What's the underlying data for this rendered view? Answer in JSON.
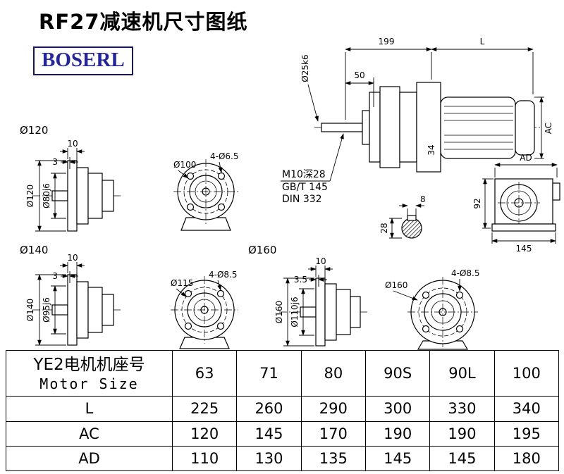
{
  "page": {
    "title": "RF27减速机尺寸图纸",
    "logo": "BOSERL"
  },
  "main_view": {
    "dim_199": "199",
    "dim_L": "L",
    "dim_50": "50",
    "dim_shaft": "Ø25k6",
    "dim_AC": "AC",
    "dim_34": "34",
    "note_thread": "M10深28",
    "note_gb": "GB/T 145",
    "note_din": "DIN 332"
  },
  "side_view": {
    "dim_AD": "AD",
    "dim_92": "92",
    "dim_145": "145"
  },
  "key_section": {
    "dim_8": "8",
    "dim_28": "28"
  },
  "flange_120": {
    "label": "Ø120",
    "dim_10": "10",
    "dim_3": "3",
    "dim_outer": "Ø120",
    "dim_spigot": "Ø80j6",
    "dim_pilot": "Ø100",
    "dim_holes": "4-Ø6.5"
  },
  "flange_140": {
    "label": "Ø140",
    "dim_10": "10",
    "dim_3": "3",
    "dim_outer": "Ø140",
    "dim_spigot": "Ø95j6",
    "dim_pilot": "Ø115",
    "dim_holes": "4-Ø8.5"
  },
  "flange_160": {
    "label": "Ø160",
    "dim_10": "10",
    "dim_3": "3.5",
    "dim_outer": "Ø160",
    "dim_spigot": "Ø110j6",
    "dim_pilot": "Ø160",
    "dim_holes": "4-Ø8.5"
  },
  "table": {
    "header_cn": "YE2电机机座号",
    "header_en": "Motor Size",
    "sizes": [
      "63",
      "71",
      "80",
      "90S",
      "90L",
      "100"
    ],
    "rows": [
      {
        "label": "L",
        "values": [
          "225",
          "260",
          "290",
          "300",
          "330",
          "340"
        ]
      },
      {
        "label": "AC",
        "values": [
          "120",
          "145",
          "170",
          "190",
          "190",
          "195"
        ]
      },
      {
        "label": "AD",
        "values": [
          "110",
          "130",
          "135",
          "145",
          "145",
          "180"
        ]
      }
    ]
  }
}
